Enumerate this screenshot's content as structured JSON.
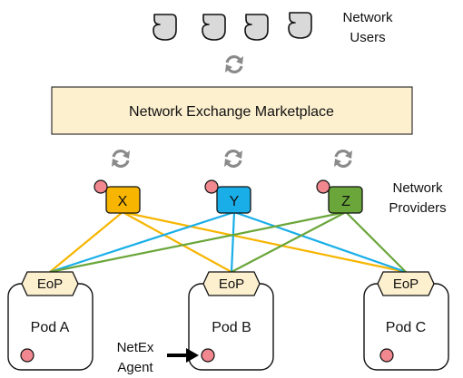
{
  "users": {
    "label_line1": "Network",
    "label_line2": "Users",
    "icon": "user-shield-icon"
  },
  "marketplace": {
    "label": "Network Exchange Marketplace",
    "fill": "#fdf0cf"
  },
  "providers": {
    "label_line1": "Network",
    "label_line2": "Providers",
    "items": [
      {
        "id": "X",
        "label": "X",
        "color": "#f7b500"
      },
      {
        "id": "Y",
        "label": "Y",
        "color": "#19aee8"
      },
      {
        "id": "Z",
        "label": "Z",
        "color": "#6aa63a"
      }
    ]
  },
  "pods": [
    {
      "name": "Pod A",
      "eop": "EoP"
    },
    {
      "name": "Pod B",
      "eop": "EoP"
    },
    {
      "name": "Pod C",
      "eop": "EoP"
    }
  ],
  "agent": {
    "label_line1": "NetEx",
    "label_line2": "Agent",
    "color": "#f1888f"
  },
  "colors": {
    "eop_fill": "#fdf0cf",
    "sync_icon": "#8a8a8a",
    "user_fill": "#d9d9d9"
  },
  "icons": {
    "sync": "sync-icon",
    "arrow": "arrow-right-icon"
  }
}
